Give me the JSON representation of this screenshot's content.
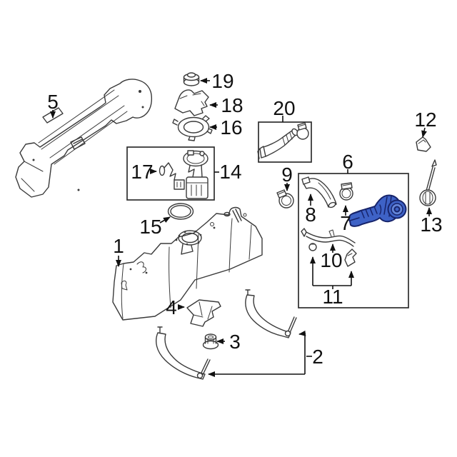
{
  "diagram": {
    "colors": {
      "background": "#ffffff",
      "part_lines": "#3a3a3a",
      "callout_lines": "#111111",
      "label_text": "#111111",
      "box_border": "#2e2e2e",
      "highlight_fill": "#3e62c6",
      "highlight_mid": "#6485d8",
      "highlight_outline": "#17246b"
    },
    "callouts": [
      "1",
      "2",
      "3",
      "4",
      "5",
      "6",
      "7",
      "8",
      "9",
      "10",
      "11",
      "12",
      "13",
      "14",
      "15",
      "16",
      "17",
      "18",
      "19",
      "20"
    ]
  }
}
